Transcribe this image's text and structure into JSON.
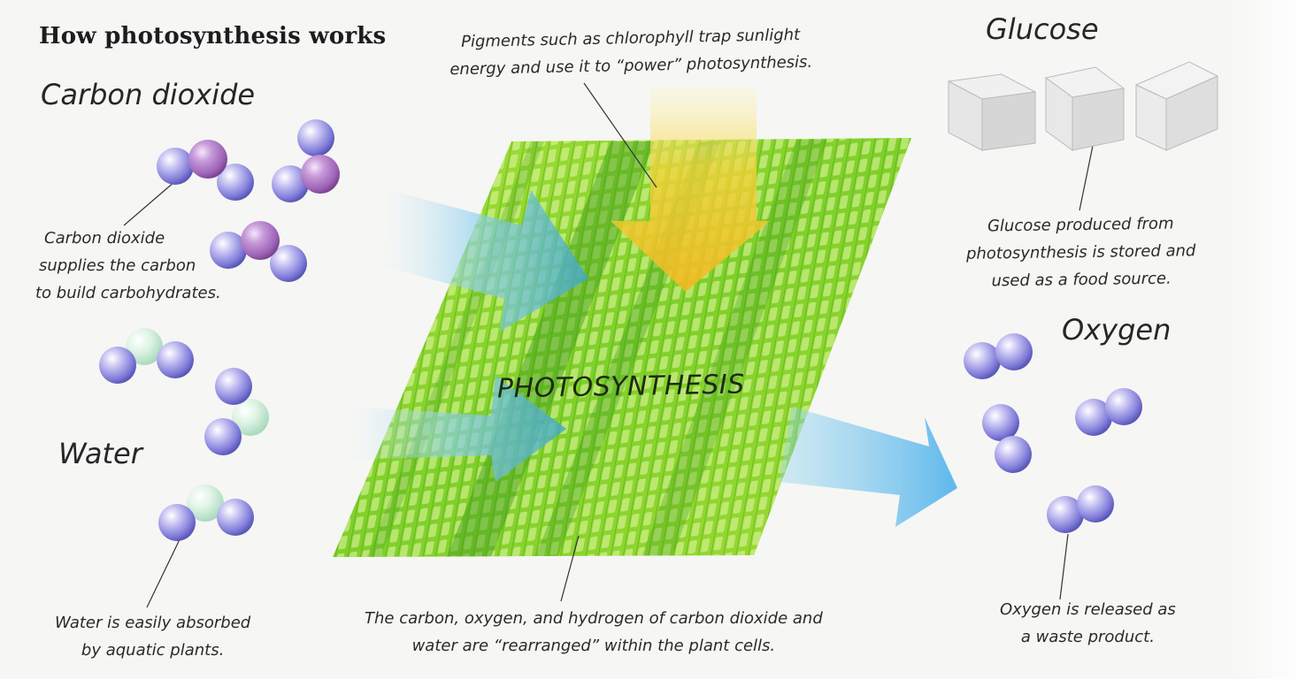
{
  "title": "How photosynthesis works",
  "labels": {
    "carbon_dioxide": "Carbon dioxide",
    "water": "Water",
    "glucose": "Glucose",
    "oxygen": "Oxygen",
    "photosynthesis": "PHOTOSYNTHESIS"
  },
  "captions": {
    "pigments": [
      "Pigments such as chlorophyll trap sunlight",
      "energy and use it to “power” photosynthesis."
    ],
    "carbon_dioxide": [
      "Carbon dioxide",
      "supplies the carbon",
      "to build carbohydrates."
    ],
    "water": [
      "Water is easily absorbed",
      "by aquatic plants."
    ],
    "rearranged": [
      "The carbon, oxygen, and hydrogen of carbon dioxide and",
      "water are “rearranged” within the plant cells."
    ],
    "glucose": [
      "Glucose produced from",
      "photosynthesis is stored and",
      "used as a food source."
    ],
    "oxygen": [
      "Oxygen is released as",
      "a waste product."
    ]
  },
  "colors": {
    "leaf_green": "#7fcf2a",
    "leaf_dark": "#3f9a1c",
    "sunlight": "#f3c21f",
    "arrow_blue": "#7cc6ea",
    "carbon_purple": "#9e64b8",
    "oxygen_violet": "#7f7bd8",
    "hydrogen_green": "#bfe6cf"
  }
}
